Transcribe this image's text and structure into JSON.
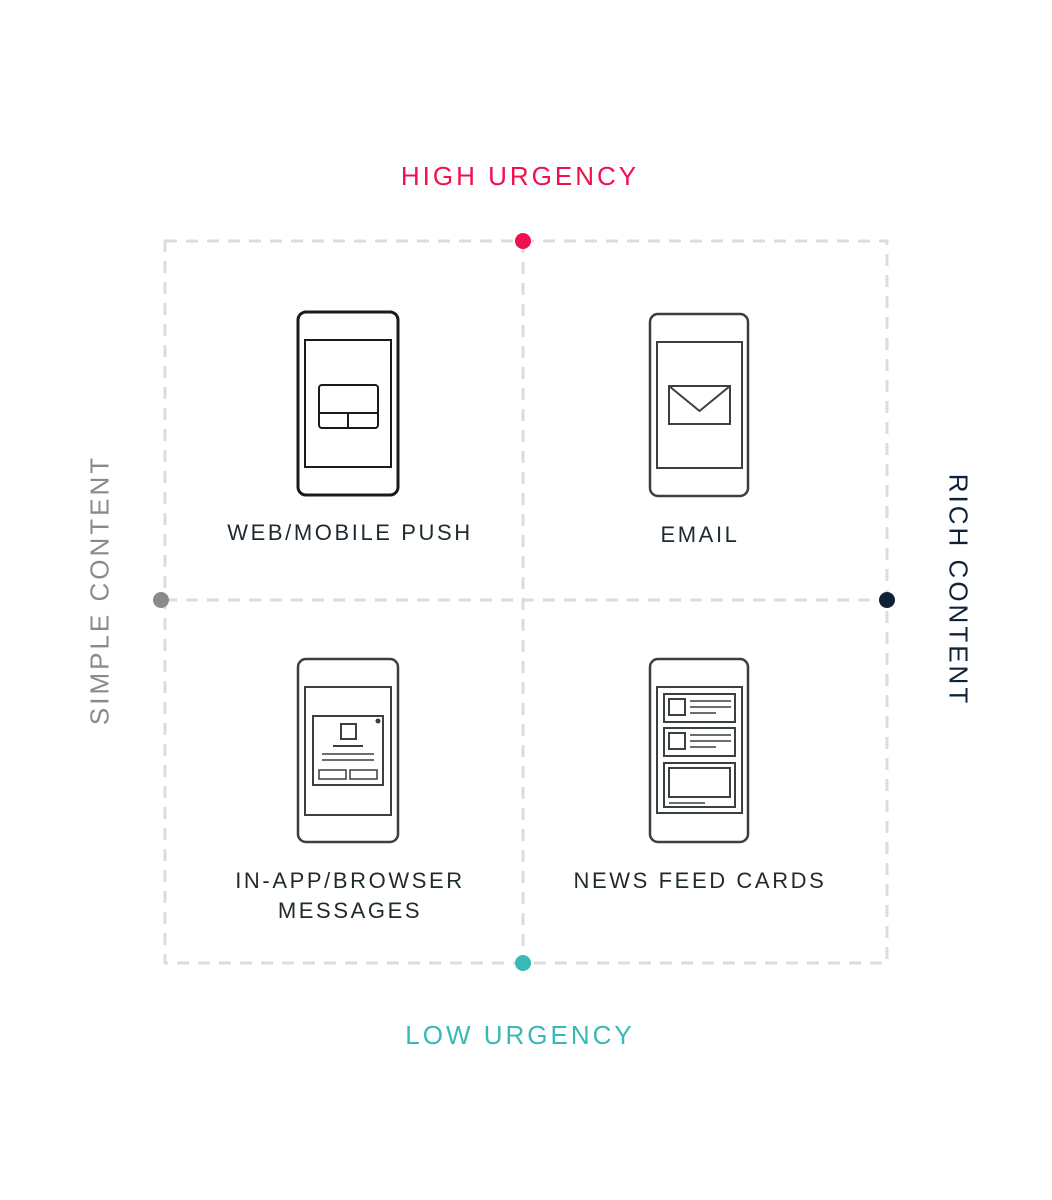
{
  "axes": {
    "top": {
      "label": "HIGH URGENCY",
      "color": "#f0104e"
    },
    "bottom": {
      "label": "LOW URGENCY",
      "color": "#39b8b8"
    },
    "left": {
      "label": "SIMPLE CONTENT",
      "color": "#8a8a8a"
    },
    "right": {
      "label": "RICH CONTENT",
      "color": "#0f2238"
    }
  },
  "quadrants": {
    "top_left": {
      "label": "WEB/MOBILE PUSH",
      "icon": "push-phone-icon"
    },
    "top_right": {
      "label": "EMAIL",
      "icon": "email-phone-icon"
    },
    "bottom_left": {
      "label": "IN-APP/BROWSER\nMESSAGES",
      "icon": "in-app-message-phone-icon"
    },
    "bottom_right": {
      "label": "NEWS FEED CARDS",
      "icon": "news-feed-phone-icon"
    }
  },
  "colors": {
    "grid_line": "#dcdcdc",
    "icon_stroke": "#3a3f42",
    "label_text": "#1f2a30"
  }
}
